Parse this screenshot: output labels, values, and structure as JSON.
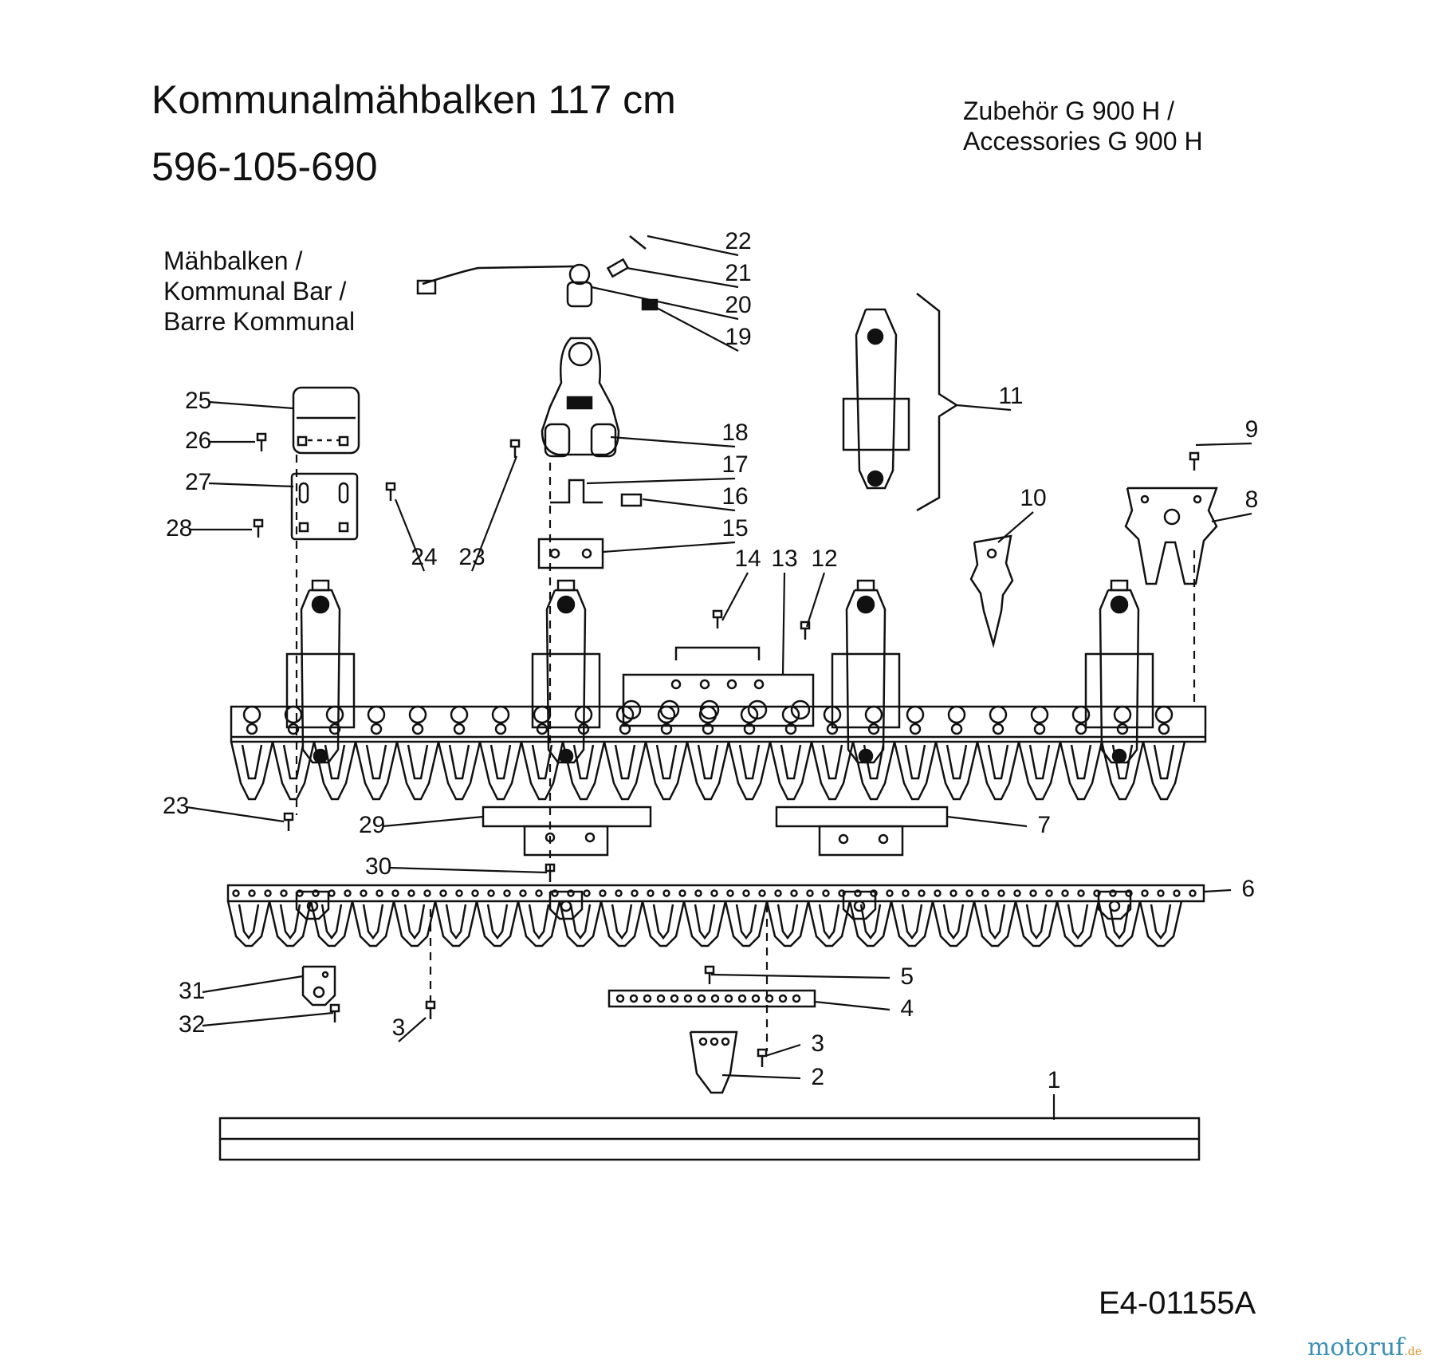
{
  "header": {
    "title": "Kommunalmähbalken 117 cm",
    "part_number": "596-105-690",
    "accessories_line1": "Zubehör G 900 H /",
    "accessories_line2": "Accessories  G 900 H"
  },
  "section": {
    "line1": "Mähbalken /",
    "line2": "Kommunal Bar /",
    "line3": "Barre Kommunal"
  },
  "footer": {
    "diagram_code": "E4-01155A",
    "watermark_main": "motoruf",
    "watermark_tld": ".de"
  },
  "callouts": [
    "22",
    "21",
    "20",
    "19",
    "11",
    "9",
    "8",
    "18",
    "17",
    "16",
    "15",
    "10",
    "25",
    "26",
    "27",
    "24",
    "23",
    "28",
    "14",
    "13",
    "12",
    "23",
    "29",
    "7",
    "30",
    "6",
    "5",
    "4",
    "31",
    "32",
    "3",
    "3",
    "2",
    "1"
  ]
}
